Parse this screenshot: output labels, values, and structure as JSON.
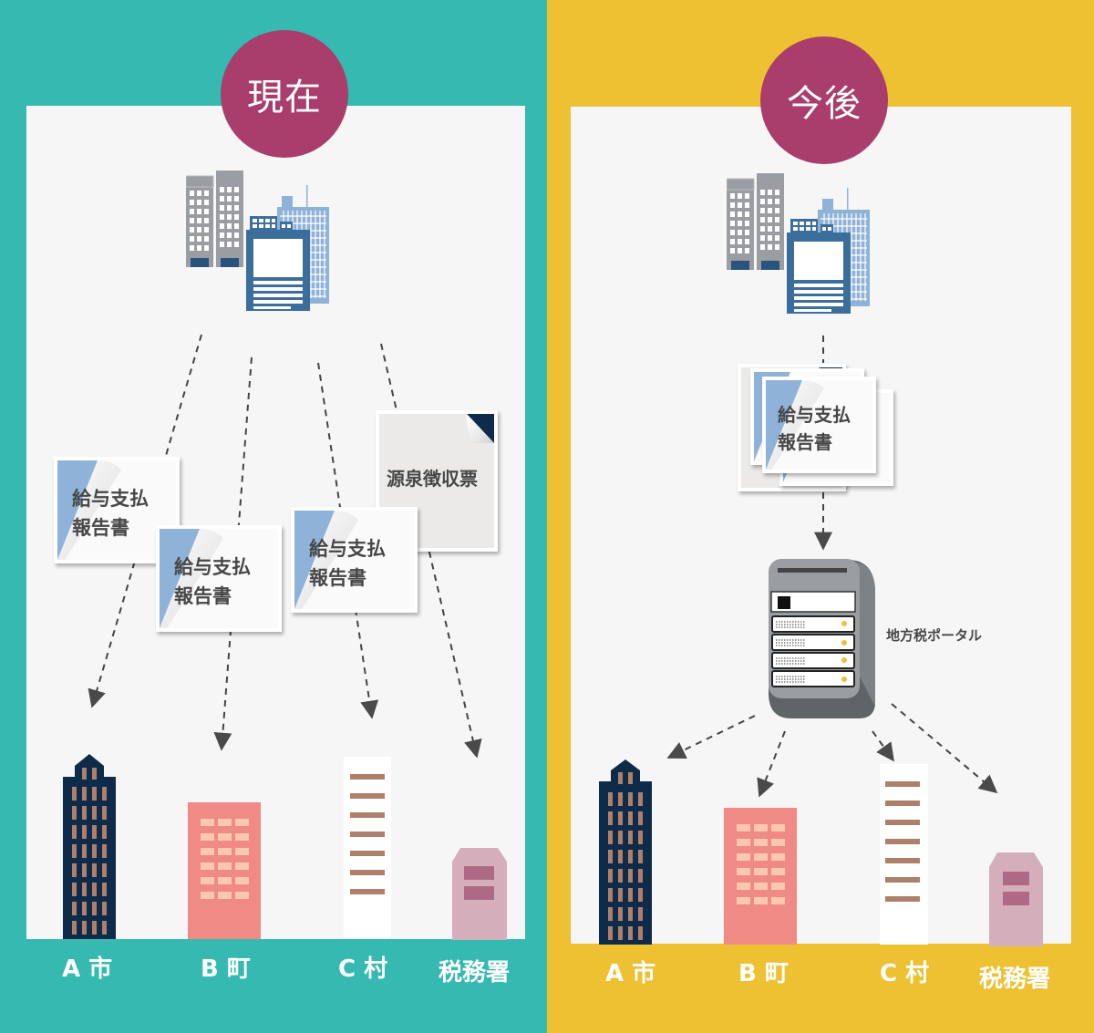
{
  "current": {
    "badge": "現在",
    "background": "#35b9b0",
    "documents": [
      {
        "text": "給与支払\n報告書"
      },
      {
        "text": "給与支払\n報告書"
      },
      {
        "text": "給与支払\n報告書"
      },
      {
        "text": "源泉徴収票"
      }
    ],
    "destinations": [
      {
        "label": "A 市"
      },
      {
        "label": "B 町"
      },
      {
        "label": "C 村"
      },
      {
        "label": "税務署"
      }
    ]
  },
  "future": {
    "badge": "今後",
    "background": "#edc132",
    "document_stack": {
      "text": "給与支払\n報告書"
    },
    "portal": {
      "label": "地方税ポータル"
    },
    "destinations": [
      {
        "label": "A 市"
      },
      {
        "label": "B 町"
      },
      {
        "label": "C 村"
      },
      {
        "label": "税務署"
      }
    ]
  },
  "colors": {
    "badge": "#a93d6c",
    "city_a": "#0e2c4a",
    "town_b": "#ef8a84",
    "village_c": "#ffffff",
    "tax_office": "#d5aebb",
    "window_brown": "#ae806c"
  }
}
